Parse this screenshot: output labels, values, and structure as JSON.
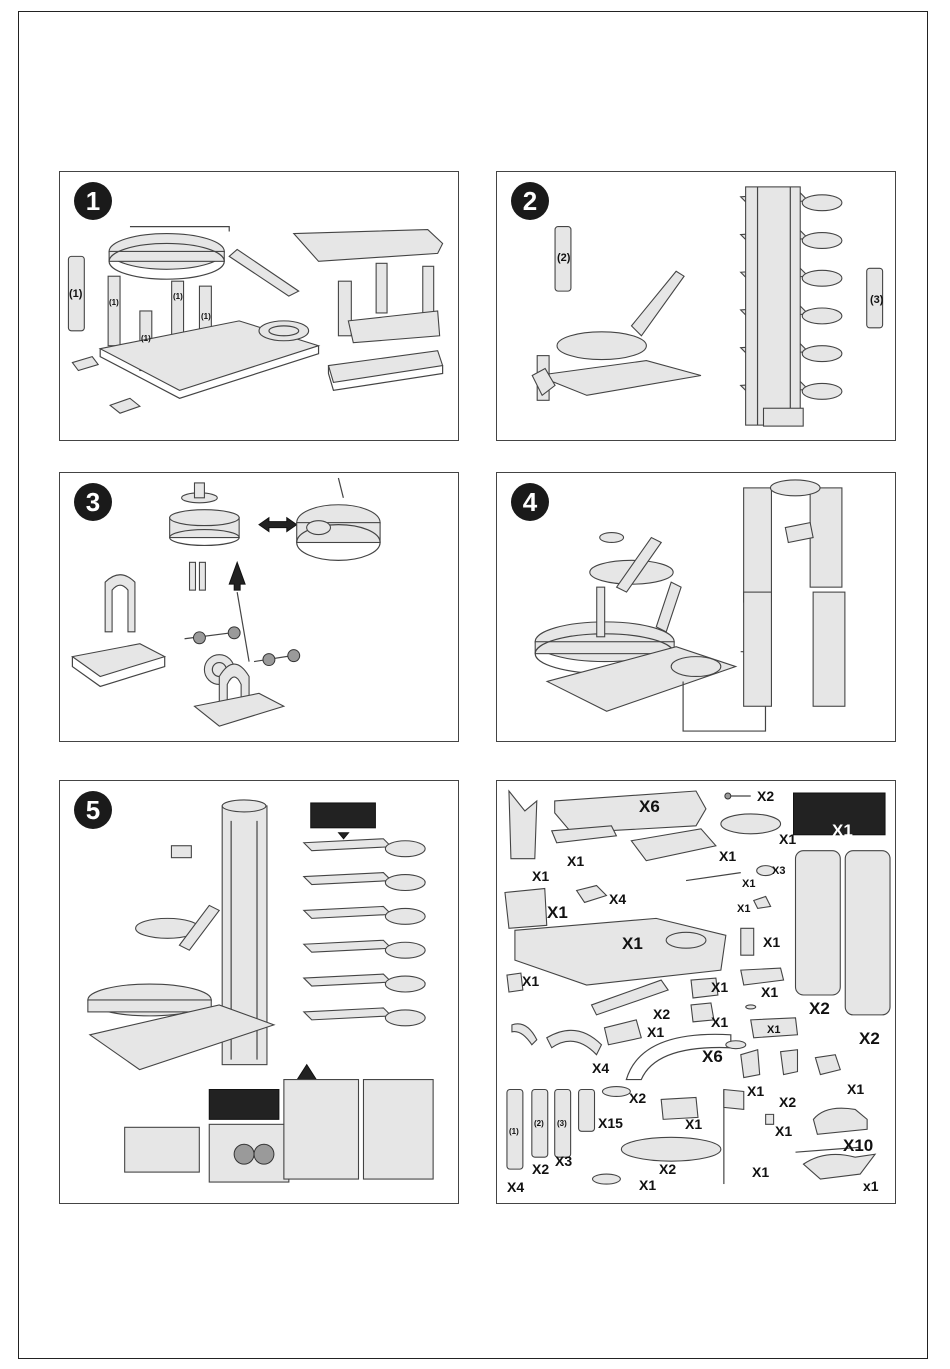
{
  "steps": [
    "1",
    "2",
    "3",
    "4",
    "5"
  ],
  "step1": {
    "pillar_labels": [
      "(1)",
      "(1)",
      "(1)",
      "(1)",
      "(1)"
    ]
  },
  "step2": {
    "pillar_labels": [
      "(2)",
      "(3)"
    ]
  },
  "parts": {
    "qty": [
      "X6",
      "X2",
      "X1",
      "X1",
      "X1",
      "X1",
      "X1",
      "X3",
      "X1",
      "X4",
      "X1",
      "X1",
      "X1",
      "X1",
      "X1",
      "X1",
      "X2",
      "X2",
      "X1",
      "X1",
      "X2",
      "X1",
      "X1",
      "X4",
      "X6",
      "X1",
      "X2",
      "X1",
      "X15",
      "X2",
      "X1",
      "X1",
      "X2",
      "X3",
      "X2",
      "X4",
      "X1",
      "X1",
      "X10",
      "x1"
    ],
    "tube_labels": [
      "(1)",
      "(2)",
      "(3)"
    ]
  },
  "colors": {
    "line": "#444444",
    "fill": "#e6e6e6",
    "badge": "#1a1a1a"
  }
}
